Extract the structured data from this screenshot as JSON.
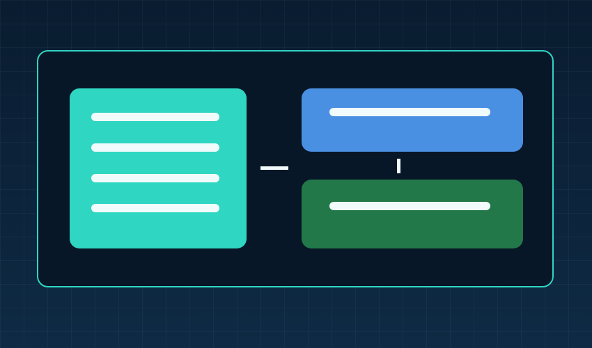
{
  "colors": {
    "background": "#0c2238",
    "frame_fill": "#081727",
    "frame_border": "#2fd6c2",
    "main_card": "#2fd6c2",
    "top_card": "#4a90e2",
    "bottom_card": "#227849",
    "text_line": "#f2fbfb"
  },
  "main_card": {
    "placeholder_line_count": 4
  },
  "top_card": {
    "placeholder_line_count": 1
  },
  "bottom_card": {
    "placeholder_line_count": 1
  }
}
